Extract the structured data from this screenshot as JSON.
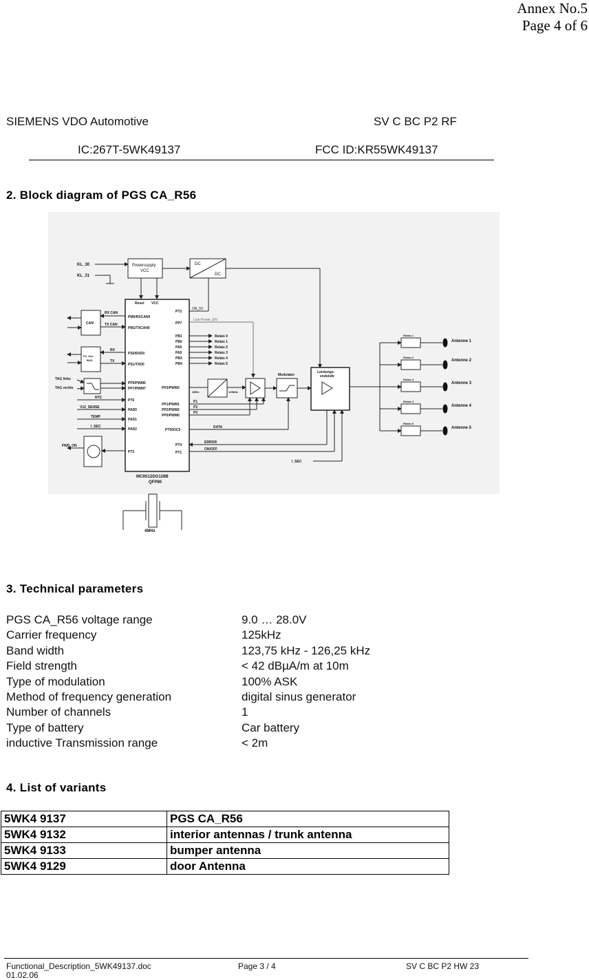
{
  "annex": {
    "line1": "Annex No.5",
    "line2": "Page 4 of 6"
  },
  "header": {
    "company": "SIEMENS VDO Automotive",
    "dept": "SV C BC P2 RF",
    "ic": "IC:267T-5WK49137",
    "fcc": "FCC ID:KR55WK49137"
  },
  "section2": {
    "title": "2.   Block diagram of PGS CA_R56"
  },
  "diagram": {
    "labels": {
      "kl30": "KL_30",
      "kl31": "KL_31",
      "power1": "Powersupply",
      "power2": "VCC",
      "dc_top": "DC",
      "dc_bottom": "DC",
      "reset": "Reset",
      "vcc": "VCC",
      "rx_can": "RX CAN",
      "tx_can": "TX CAN",
      "can": "CAN",
      "pm0": "PM0/RXCAN0",
      "pm1": "PM1/TXCAN0",
      "rx": "RX",
      "tx": "TX",
      "ps0": "PS0/RXD0",
      "ps1": "PS1/TXD0",
      "fh1": "Fh. Sch",
      "fh2": "BUS",
      "tag_links": "TAG links",
      "tag_rechts": "TAG rechts",
      "pp5": "PP5/PWM5",
      "pp7": "PP7/PWM7",
      "ntc": "NTC",
      "v12": "V12_SENSE",
      "temp": "TEMP",
      "isec1": "I_SEC",
      "pt6": "PT6",
      "pad0": "PAD0",
      "pad1": "PAD1",
      "pad2": "PAD2",
      "fwd": "FWD_ON",
      "pt3": "PT3",
      "mcu1": "MC9S12DG128B",
      "mcu2": "QFP80",
      "pt2": "PT2",
      "pp7r": "PP7",
      "on5v": "ON_5V",
      "lowpower": "Low-Power_EN",
      "pb1": "PB1",
      "pb0": "PB0",
      "pa6": "PA6",
      "pa5": "PA5",
      "pb3": "PB3",
      "pb4": "PB4",
      "relais0": "Relais 0",
      "relais1": "Relais 1",
      "relais2": "Relais 2",
      "relais3": "Relais 3",
      "relais4": "Relais 4",
      "relais5": "Relais 5",
      "pp3": "PP3/PWM3",
      "mhz2": "2MHz",
      "khz125": "125kHz",
      "pp1": "PP1/PWM1",
      "pp2": "PP2/PWM2",
      "pp0": "PP0/PWM0",
      "p1": "P1",
      "p2": "P2",
      "p3": "P3",
      "pt5": "PT5/IOC5",
      "data": "DATA",
      "pt4": "PT4",
      "pt1": "PT1",
      "error": "ERROR",
      "onoff": "ON/OFF",
      "isec2": "I_SEC",
      "modulator": "Modulator",
      "leist1": "Leistungs-",
      "leist2": "endstufe",
      "r1": "Relais 1",
      "r2": "Relais 2",
      "r3": "Relais 3",
      "r4": "Relais 4",
      "r5": "Relais 5",
      "ant1": "Antenne 1",
      "ant2": "Antenne 2",
      "ant3": "Antenne 3",
      "ant4": "Antenne 4",
      "ant5": "Antenne 5",
      "xtal": "4MHz"
    }
  },
  "section3": {
    "title": "3.  Technical parameters",
    "params": [
      {
        "label": "PGS CA_R56 voltage range",
        "value": "9.0 … 28.0V"
      },
      {
        "label": "Carrier frequency",
        "value": "125kHz"
      },
      {
        "label": "Band width",
        "value": "123,75 kHz - 126,25 kHz"
      },
      {
        "label": "Field strength",
        "value": "< 42 dBµA/m at 10m"
      },
      {
        "label": "Type of modulation",
        "value": "100% ASK"
      },
      {
        "label": "Method of frequency generation",
        "value": "digital sinus generator"
      },
      {
        "label": "Number of channels",
        "value": "1"
      },
      {
        "label": "Type of battery",
        "value": "Car battery"
      },
      {
        "label": "inductive Transmission range",
        "value": "< 2m"
      }
    ]
  },
  "section4": {
    "title": "4.  List of variants",
    "rows": [
      [
        "5WK4 9137",
        "PGS CA_R56"
      ],
      [
        "5WK4 9132",
        "interior antennas / trunk antenna"
      ],
      [
        "5WK4 9133",
        "bumper antenna"
      ],
      [
        "5WK4 9129",
        "door Antenna"
      ]
    ]
  },
  "footer": {
    "file": "Functional_Description_5WK49137.doc",
    "page": "Page 3 / 4",
    "code": "SV C BC P2 HW 23",
    "date": "01.02.06"
  }
}
